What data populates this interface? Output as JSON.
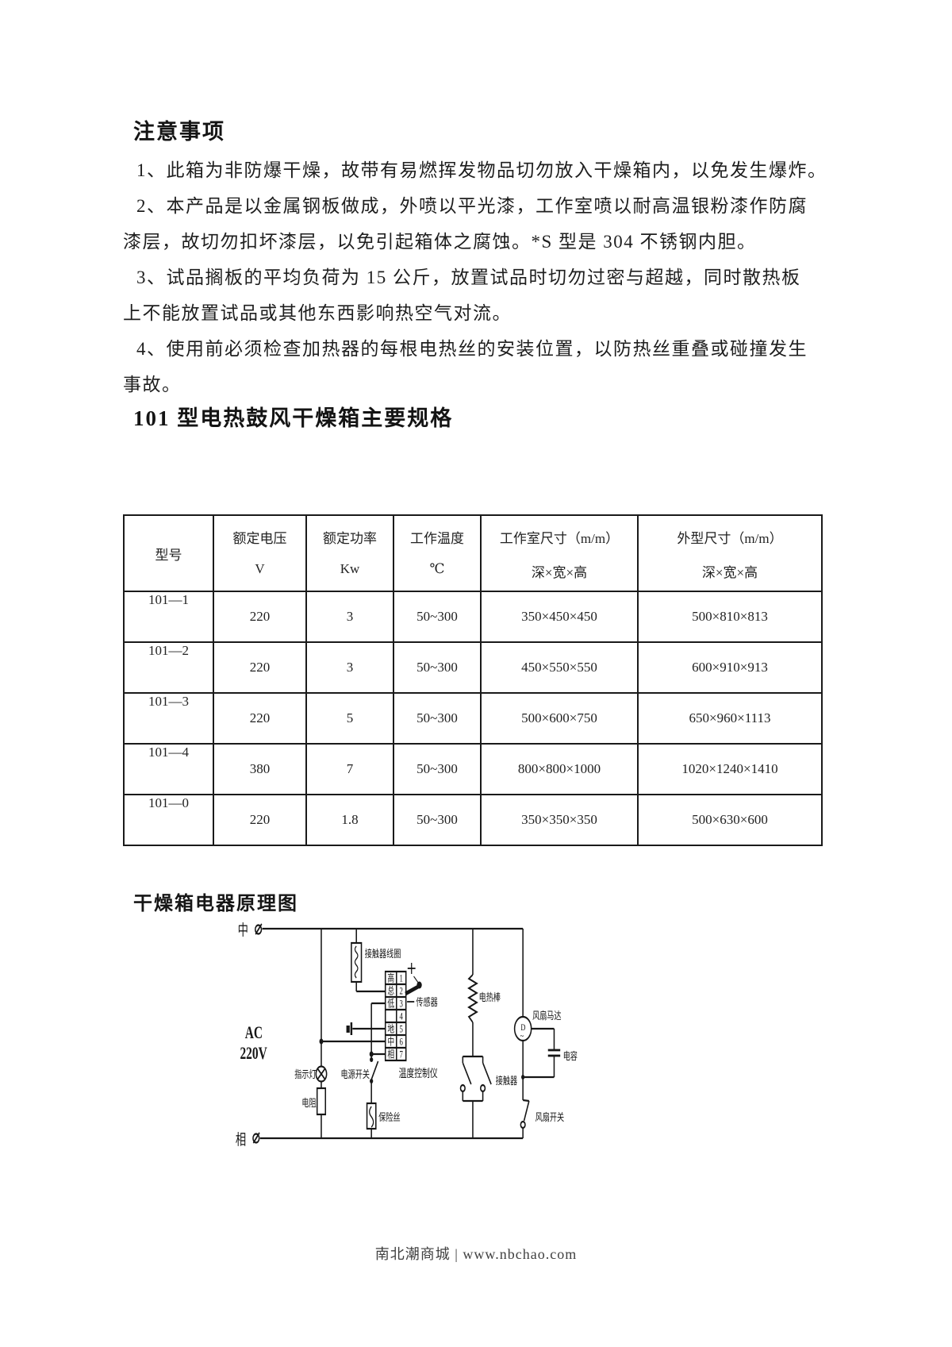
{
  "notice": {
    "title": "注意事项",
    "lines": [
      "1、此箱为非防爆干燥，故带有易燃挥发物品切勿放入干燥箱内，以免发生爆炸。",
      "2、本产品是以金属钢板做成，外喷以平光漆，工作室喷以耐高温银粉漆作防腐",
      "漆层，故切勿扣坏漆层，以免引起箱体之腐蚀。*S 型是 304 不锈钢内胆。",
      "3、试品搁板的平均负荷为 15 公斤，放置试品时切勿过密与超越，同时散热板",
      "上不能放置试品或其他东西影响热空气对流。",
      "4、使用前必须检查加热器的每根电热丝的安装位置，以防热丝重叠或碰撞发生",
      "事故。"
    ]
  },
  "specs": {
    "title": "101 型电热鼓风干燥箱主要规格",
    "table": {
      "headers": [
        {
          "line1": "型号",
          "line2": ""
        },
        {
          "line1": "额定电压",
          "line2": "V"
        },
        {
          "line1": "额定功率",
          "line2": "Kw"
        },
        {
          "line1": "工作温度",
          "line2": "℃"
        },
        {
          "line1": "工作室尺寸（m/m）",
          "line2": "深×宽×高"
        },
        {
          "line1": "外型尺寸（m/m）",
          "line2": "深×宽×高"
        }
      ],
      "rows": [
        {
          "model": "101—1",
          "voltage": "220",
          "power": "3",
          "temp": "50~300",
          "chamber": "350×450×450",
          "outer": "500×810×813"
        },
        {
          "model": "101—2",
          "voltage": "220",
          "power": "3",
          "temp": "50~300",
          "chamber": "450×550×550",
          "outer": "600×910×913"
        },
        {
          "model": "101—3",
          "voltage": "220",
          "power": "5",
          "temp": "50~300",
          "chamber": "500×600×750",
          "outer": "650×960×1113"
        },
        {
          "model": "101—4",
          "voltage": "380",
          "power": "7",
          "temp": "50~300",
          "chamber": "800×800×1000",
          "outer": "1020×1240×1410"
        },
        {
          "model": "101—0",
          "voltage": "220",
          "power": "1.8",
          "temp": "50~300",
          "chamber": "350×350×350",
          "outer": "500×630×600"
        }
      ]
    }
  },
  "diagram": {
    "title": "干燥箱电器原理图",
    "neutral_label": "中",
    "phase_label": "相",
    "ac_label_1": "AC",
    "ac_label_2": "220V",
    "coil_label": "接触器线圈",
    "sensor_label": "传感器",
    "controller_label": "温度控制仪",
    "heater_label": "电热棒",
    "contactor_label": "接触器",
    "fan_motor_label": "风扇马达",
    "capacitor_label": "电容",
    "fan_switch_label": "风扇开关",
    "indicator_label": "指示灯",
    "power_switch_label": "电源开关",
    "resistor_label": "电阻",
    "fuse_label": "保险丝",
    "motor_symbol": "D",
    "motor_wave": "~",
    "terminals": [
      {
        "label": "高",
        "num": "1"
      },
      {
        "label": "总",
        "num": "2"
      },
      {
        "label": "低",
        "num": "3"
      },
      {
        "label": "",
        "num": "4"
      },
      {
        "label": "地",
        "num": "5"
      },
      {
        "label": "中",
        "num": "6"
      },
      {
        "label": "相",
        "num": "7"
      }
    ]
  },
  "footer": {
    "text": "南北潮商城 | www.nbchao.com"
  }
}
